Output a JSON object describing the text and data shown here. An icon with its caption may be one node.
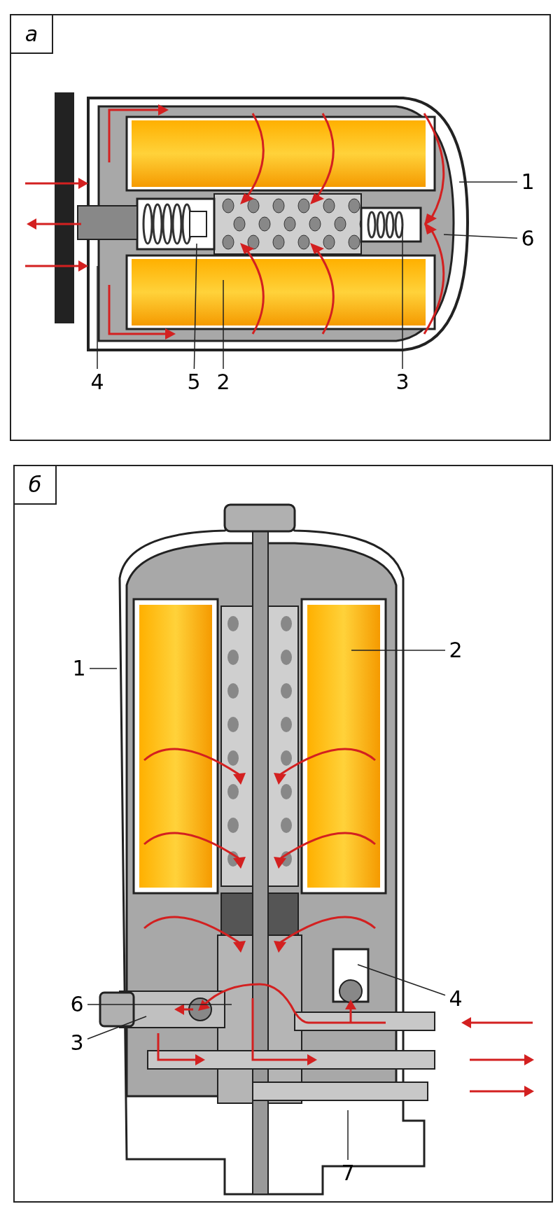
{
  "diagram": {
    "nodes": [
      {
        "text": [
          "а"
        ]
      },
      {
        "text": [
          "1"
        ],
        "in": 0
      },
      {
        "text": [
          "6"
        ],
        "in": 0
      },
      {
        "text": [
          "4"
        ],
        "in": 0
      },
      {
        "text": [
          "5"
        ],
        "in": 0
      },
      {
        "text": [
          "2"
        ],
        "in": 0
      },
      {
        "text": [
          "3"
        ],
        "in": 0
      },
      {
        "text": [
          "б"
        ]
      },
      {
        "text": [
          "2"
        ],
        "in": 7
      },
      {
        "text": [
          "1"
        ],
        "in": 7
      },
      {
        "text": [
          "4"
        ],
        "in": 7
      },
      {
        "text": [
          "6"
        ],
        "in": 7
      },
      {
        "text": [
          "3"
        ],
        "in": 7
      },
      {
        "text": [
          "7"
        ],
        "in": 7
      }
    ],
    "edges": [
      {
        "from": 1,
        "to": null,
        "arrow": "none"
      },
      {
        "from": 2,
        "to": null,
        "arrow": "none"
      },
      {
        "from": 3,
        "to": null,
        "arrow": "none"
      },
      {
        "from": 4,
        "to": null,
        "arrow": "none"
      },
      {
        "from": 5,
        "to": null,
        "arrow": "none"
      },
      {
        "from": 6,
        "to": null,
        "arrow": "none"
      },
      {
        "from": 8,
        "to": null,
        "arrow": "none"
      },
      {
        "from": 9,
        "to": null,
        "arrow": "none"
      },
      {
        "from": 10,
        "to": null,
        "arrow": "none"
      },
      {
        "from": 11,
        "to": null,
        "arrow": "none"
      },
      {
        "from": 12,
        "to": null,
        "arrow": "none"
      },
      {
        "from": 13,
        "to": null,
        "arrow": "none"
      }
    ]
  }
}
